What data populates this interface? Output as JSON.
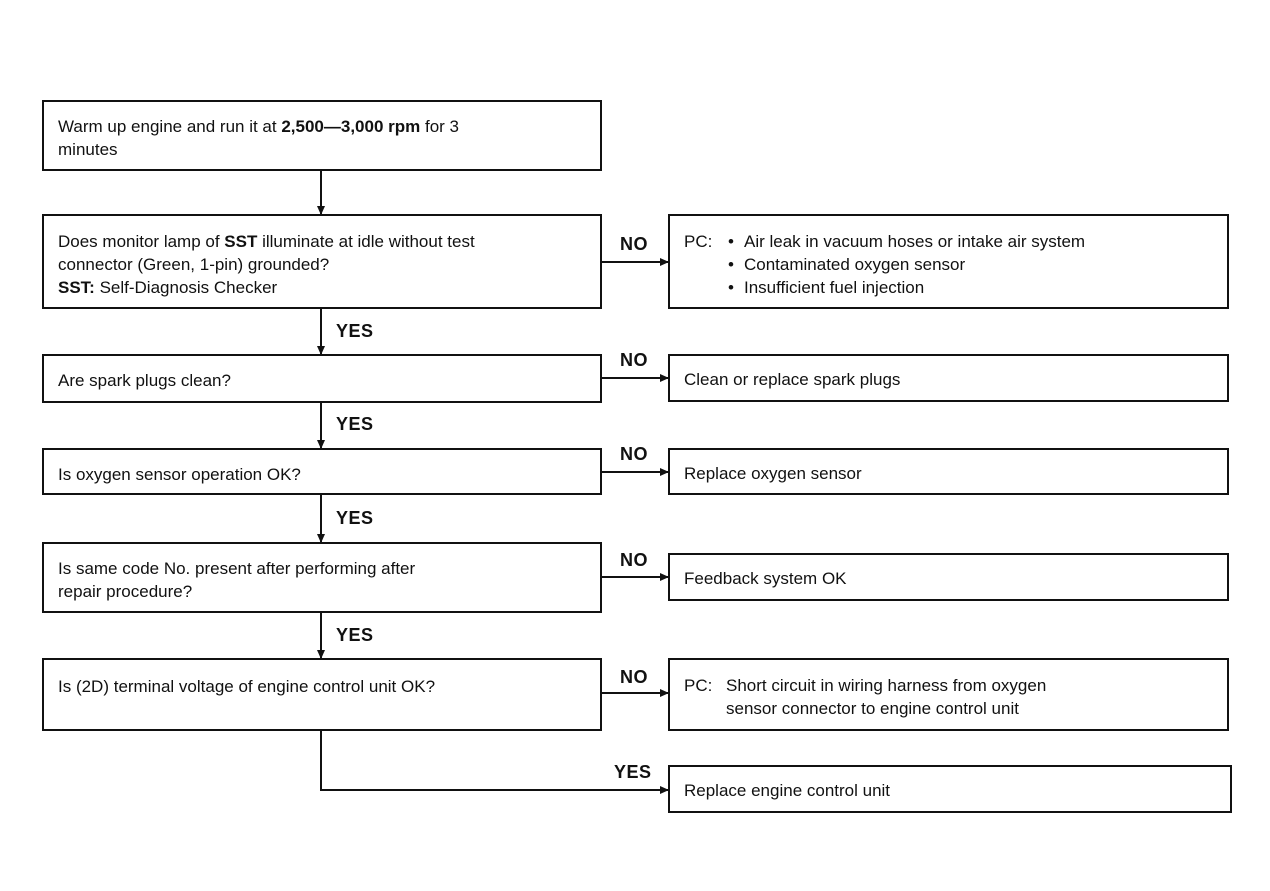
{
  "steps": [
    {
      "pre": "Warm up engine and run it at ",
      "bold": "2,500—3,000 rpm",
      "post": " for 3",
      "line2": "minutes"
    },
    {
      "line1_pre": "Does monitor lamp of ",
      "line1_bold": "SST",
      "line1_post": " illuminate at idle without test",
      "line2": "connector (Green, 1-pin) grounded?",
      "sst_label": "SST:",
      "sst_value": " Self-Diagnosis Checker"
    },
    {
      "text": "Are spark plugs clean?"
    },
    {
      "text": "Is oxygen sensor operation OK?"
    },
    {
      "line1": "Is same code No. present after performing after",
      "line2": "repair procedure?"
    },
    {
      "text": "Is (2D) terminal voltage of engine control unit OK?"
    }
  ],
  "results": [
    {
      "prefix": "PC:",
      "items": [
        "Air leak in vacuum hoses or intake air system",
        "Contaminated oxygen sensor",
        "Insufficient fuel injection"
      ]
    },
    {
      "text": "Clean or replace spark plugs"
    },
    {
      "text": "Replace oxygen sensor"
    },
    {
      "text": "Feedback system OK"
    },
    {
      "prefix": "PC:",
      "line1": "Short circuit in wiring harness from oxygen",
      "line2": "sensor connector to engine control unit"
    },
    {
      "text": "Replace engine control unit"
    }
  ],
  "labels": {
    "yes": "YES",
    "no": "NO"
  }
}
